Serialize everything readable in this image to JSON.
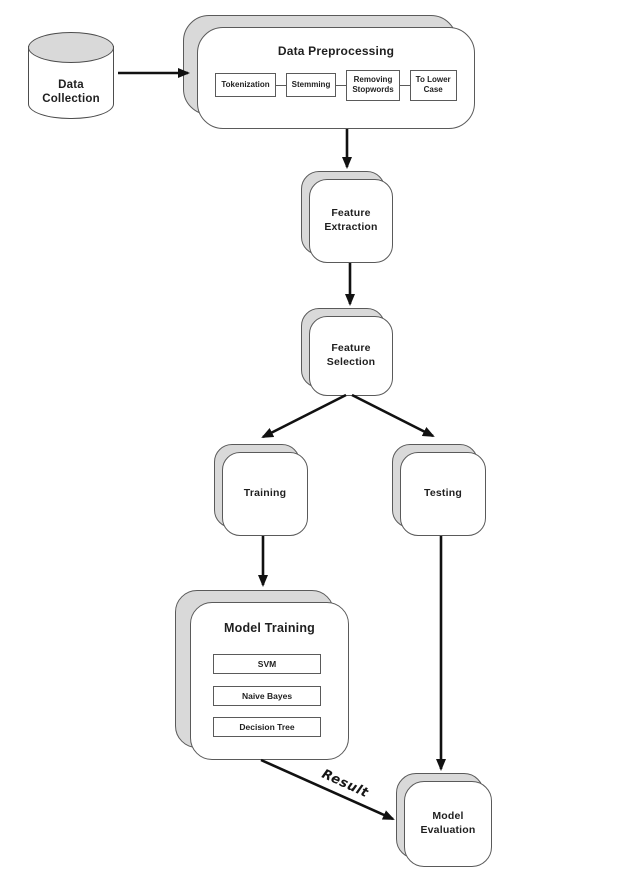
{
  "colors": {
    "background": "#ffffff",
    "shadow_fill": "#d9d9d9",
    "border": "#5a5a5a",
    "arrow": "#111111",
    "text": "#1f1f1f"
  },
  "nodes": {
    "data_collection": {
      "label": "Data\nCollection"
    },
    "data_preprocessing": {
      "title": "Data Preprocessing",
      "steps": [
        "Tokenization",
        "Stemming",
        "Removing\nStopwords",
        "To Lower\nCase"
      ]
    },
    "feature_extraction": {
      "label": "Feature\nExtraction"
    },
    "feature_selection": {
      "label": "Feature\nSelection"
    },
    "training": {
      "label": "Training"
    },
    "testing": {
      "label": "Testing"
    },
    "model_training": {
      "title": "Model Training",
      "models": [
        "SVM",
        "Naive Bayes",
        "Decision Tree"
      ]
    },
    "model_evaluation": {
      "label": "Model\nEvaluation"
    }
  },
  "edges": {
    "result_label": "Result"
  }
}
